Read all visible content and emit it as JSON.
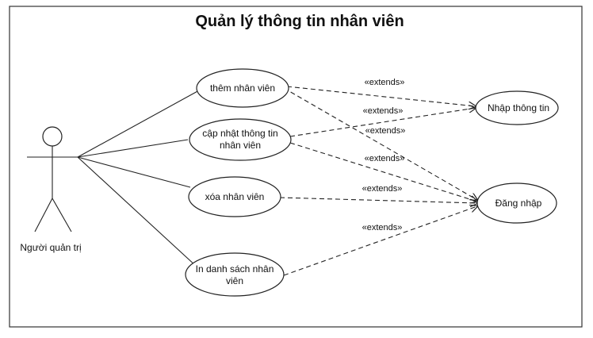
{
  "title": "Quản lý thông tin nhân viên",
  "actor": {
    "name": "Người quản trị"
  },
  "use_cases": {
    "them": "thêm nhân viên",
    "capnhat_line1": "cập nhật thông tin",
    "capnhat_line2": "nhân viên",
    "xoa": "xóa nhân viên",
    "in_line1": "In danh sách nhân",
    "in_line2": "viên",
    "nhap": "Nhập thông tin",
    "dangnhap": "Đăng nhập"
  },
  "relations": {
    "e1": "«extends»",
    "e2": "«extends»",
    "e3": "«extends»",
    "e4": "«extends»",
    "e5": "«extends»",
    "e6": "«extends»"
  }
}
